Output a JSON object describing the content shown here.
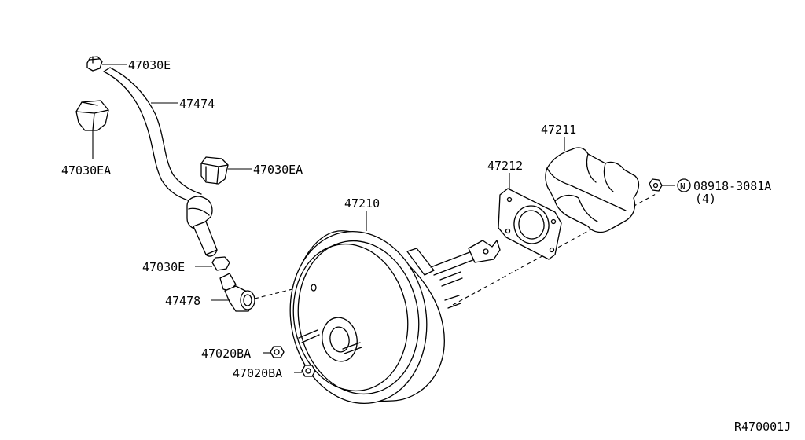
{
  "labels": {
    "clip_top": "47030E",
    "hose": "47474",
    "clamp_left": "47030EA",
    "clamp_right": "47030EA",
    "booster": "47210",
    "clip_lower": "47030E",
    "check_valve": "47478",
    "nut_1": "47020BA",
    "nut_2": "47020BA",
    "gasket": "47212",
    "insulator": "47211",
    "bolt_part": "08918-3081A",
    "bolt_qty": "(4)",
    "bolt_symbol": "N",
    "diagram_code": "R470001J"
  }
}
